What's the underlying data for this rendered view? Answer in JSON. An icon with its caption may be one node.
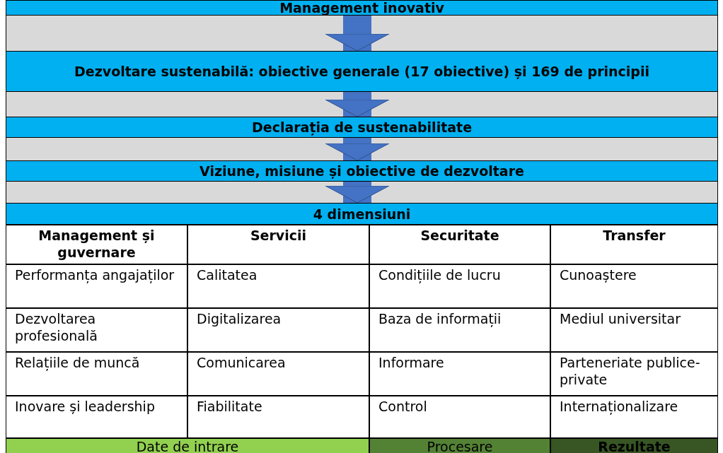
{
  "diagram": {
    "nodes": [
      {
        "text": [
          "Management inovativ"
        ]
      },
      {
        "text": [
          "Dezvoltare sustenabilă: obiective generale (17 obiective) și 169 de principii"
        ]
      },
      {
        "text": [
          "Declarația de sustenabilitate"
        ]
      },
      {
        "text": [
          "Viziune, misiune și obiective de dezvoltare"
        ]
      },
      {
        "text": [
          "4 dimensiuni"
        ]
      }
    ],
    "edges": [
      {
        "from": 0,
        "to": 1,
        "arrow": "to"
      },
      {
        "from": 1,
        "to": 2,
        "arrow": "to"
      },
      {
        "from": 2,
        "to": 3,
        "arrow": "to"
      },
      {
        "from": 3,
        "to": 4,
        "arrow": "to"
      }
    ],
    "labels": [
      "Management și guvernare",
      "Servicii",
      "Securitate",
      "Transfer",
      "Performanța angajaților",
      "Calitatea",
      "Condițiile de lucru",
      "Cunoaștere",
      "Dezvoltarea profesională",
      "Digitalizarea",
      "Baza de informații",
      "Mediul universitar",
      "Relațiile de muncă",
      "Comunicarea",
      "Informare",
      "Parteneriate publice-private",
      "Inovare și leadership",
      "Fiabilitate",
      "Control",
      "Internaționalizare",
      "Date de intrare",
      "Procesare",
      "Rezultate"
    ]
  }
}
